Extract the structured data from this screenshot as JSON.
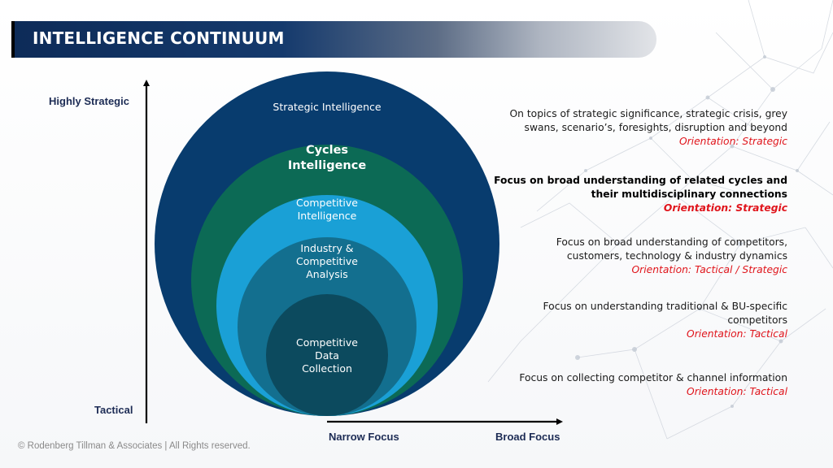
{
  "title": "INTELLIGENCE CONTINUUM",
  "axis": {
    "y_top_label": "Highly Strategic",
    "y_bottom_label": "Tactical",
    "x_left_label": "Narrow Focus",
    "x_right_label": "Broad Focus"
  },
  "colors": {
    "outer_ring": "#083c6e",
    "cycles_ring": "#0c6a55",
    "competitive_ring": "#1aa0d6",
    "industry_ring": "#136f8f",
    "data_ring": "#0c4a5e",
    "orientation_text": "#e0141b",
    "title_bar": "#0d2b58"
  },
  "circles": [
    {
      "label": "Strategic Intelligence",
      "bold": false
    },
    {
      "label": "Cycles\nIntelligence",
      "bold": true
    },
    {
      "label": "Competitive\nIntelligence",
      "bold": false
    },
    {
      "label": "Industry &\nCompetitive\nAnalysis",
      "bold": false
    },
    {
      "label": "Competitive\nData\nCollection",
      "bold": false
    }
  ],
  "descriptions": [
    {
      "text": "On topics of strategic significance, strategic crisis, grey\nswans, scenario’s, foresights, disruption and beyond",
      "orientation": "Orientation: Strategic",
      "bold": false
    },
    {
      "text": "Focus on broad understanding of related cycles and\ntheir multidisciplinary connections",
      "orientation": "Orientation: Strategic",
      "bold": true
    },
    {
      "text": "Focus on broad understanding of competitors,\ncustomers, technology & industry dynamics",
      "orientation": "Orientation: Tactical / Strategic",
      "bold": false
    },
    {
      "text": "Focus on understanding traditional  & BU-specific\ncompetitors",
      "orientation": "Orientation: Tactical",
      "bold": false
    },
    {
      "text": "Focus on collecting competitor & channel information",
      "orientation": "Orientation: Tactical",
      "bold": false
    }
  ],
  "footer": {
    "copyright": "© Rodenberg Tillman & Associates | All Rights reserved."
  }
}
